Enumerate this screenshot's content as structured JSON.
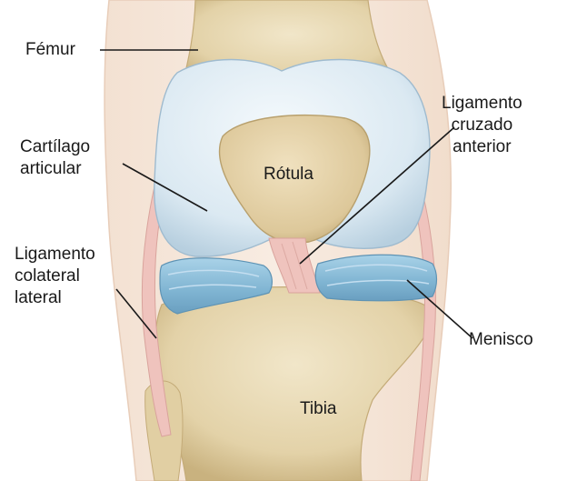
{
  "diagram": {
    "labels": {
      "femur": "Fémur",
      "cartilage": [
        "Cartílago",
        "articular"
      ],
      "patella": "Rótula",
      "acl": [
        "Ligamento",
        "cruzado",
        "anterior"
      ],
      "lcl": [
        "Ligamento",
        "colateral",
        "lateral"
      ],
      "meniscus": "Menisco",
      "tibia": "Tibia"
    },
    "colors": {
      "bone": "#e9dcb8",
      "bone_shadow": "#cdb98c",
      "cartilage": "#dcebf3",
      "meniscus": "#8cc0dc",
      "ligament": "#efc3bd",
      "skin": "#f5e6da",
      "leader_line": "#1a1a1a"
    }
  }
}
